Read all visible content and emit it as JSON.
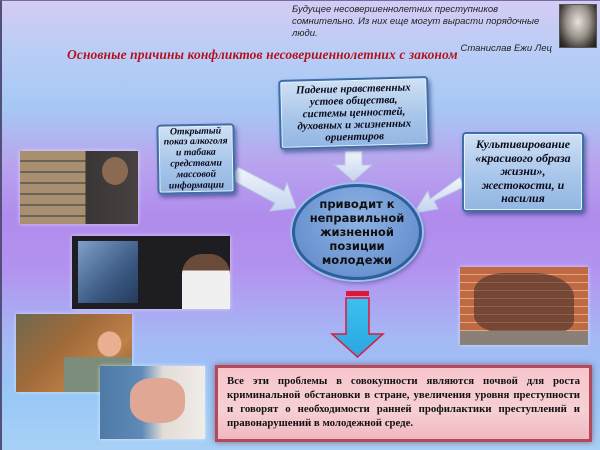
{
  "quote": {
    "text": "Будущее несовершеннолетних преступников сомнительно. Из них еще могут вырасти порядочные люди.",
    "author": "Станислав Ежи Лец",
    "portrait_icon": "author-portrait"
  },
  "title": "Основные причины конфликтов несовершеннолетних с законом",
  "causes": {
    "top": "Падение нравственных устоев общества, системы ценностей, духовных и жизненных ориентиров",
    "left": "Открытый показ алкоголя и табака средствами массовой информации",
    "right": "Культивирование «красивого образа жизни», жестокости, и насилия"
  },
  "center": {
    "text": "приводит к неправильной жизненной позиции молодежи"
  },
  "conclusion": {
    "text": "Все эти проблемы в совокупности являются почвой для роста криминальной обстановки в стране, увеличения уровня преступности и говорят о необходимости ранней профилактики преступлений и правонарушений в молодежной среде."
  },
  "photos": [
    {
      "id": "boy-against-wall",
      "description": "boy leaning head against brick wall"
    },
    {
      "id": "boy-watching-tv",
      "description": "boy pointing at violent scene on TV"
    },
    {
      "id": "child-playing-videogame",
      "description": "child with game controller"
    },
    {
      "id": "handcuffed-hands",
      "description": "hands in handcuffs behind back"
    },
    {
      "id": "fight-shadow",
      "description": "shadows of fighting figures on brick wall"
    }
  ],
  "colors": {
    "title": "#b01020",
    "box_border": "#3e6fa8",
    "box_fill": "#a8c6ea",
    "circle_fill": "#6f98d4",
    "down_arrow_fill": "#2eb4e8",
    "down_arrow_stroke": "#e01838",
    "conclusion_fill": "#f6ccd2",
    "conclusion_border": "#b34a5a"
  }
}
